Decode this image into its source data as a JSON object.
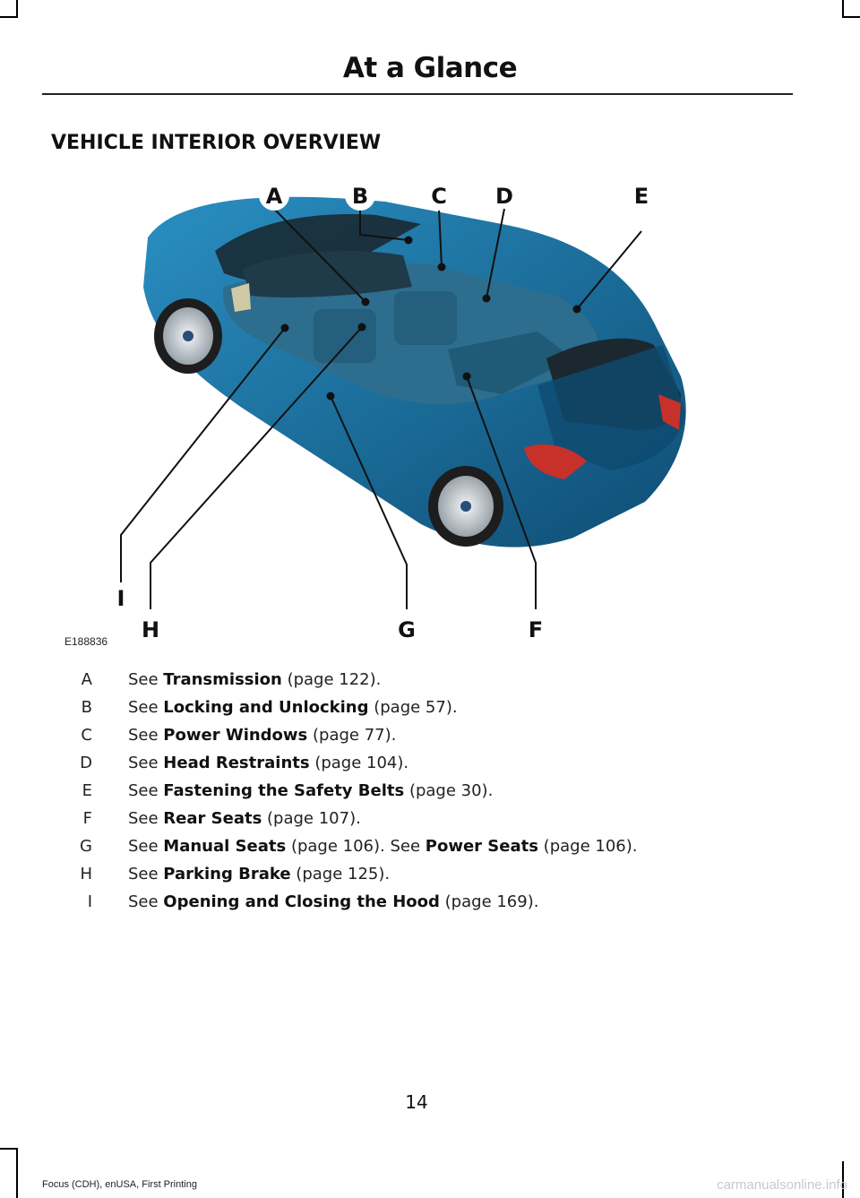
{
  "header": {
    "title": "At a Glance"
  },
  "section": {
    "heading": "VEHICLE INTERIOR OVERVIEW"
  },
  "figure": {
    "id": "E188836",
    "callouts": [
      "A",
      "B",
      "C",
      "D",
      "E",
      "F",
      "G",
      "H",
      "I"
    ],
    "colors": {
      "body": "#1f7fb0",
      "body_dark": "#0e4d74",
      "interior": "#2d6e8f",
      "glass": "#1a2a33",
      "tire": "#1d1d1d",
      "rim": "#c8cdd2",
      "taillight": "#c8302a"
    }
  },
  "legend": [
    {
      "key": "A",
      "parts": [
        {
          "t": "See "
        },
        {
          "t": "Transmission",
          "b": true
        },
        {
          "t": " (page 122)."
        }
      ]
    },
    {
      "key": "B",
      "parts": [
        {
          "t": "See "
        },
        {
          "t": "Locking and Unlocking",
          "b": true
        },
        {
          "t": " (page 57)."
        }
      ]
    },
    {
      "key": "C",
      "parts": [
        {
          "t": "See "
        },
        {
          "t": "Power Windows",
          "b": true
        },
        {
          "t": " (page 77)."
        }
      ]
    },
    {
      "key": "D",
      "parts": [
        {
          "t": "See "
        },
        {
          "t": "Head Restraints",
          "b": true
        },
        {
          "t": " (page 104)."
        }
      ]
    },
    {
      "key": "E",
      "parts": [
        {
          "t": "See "
        },
        {
          "t": "Fastening the Safety Belts",
          "b": true
        },
        {
          "t": " (page 30)."
        }
      ]
    },
    {
      "key": "F",
      "parts": [
        {
          "t": "See "
        },
        {
          "t": "Rear Seats",
          "b": true
        },
        {
          "t": " (page 107)."
        }
      ]
    },
    {
      "key": "G",
      "parts": [
        {
          "t": "See "
        },
        {
          "t": "Manual Seats",
          "b": true
        },
        {
          "t": " (page 106).  See "
        },
        {
          "t": "Power Seats",
          "b": true
        },
        {
          "t": " (page 106)."
        }
      ]
    },
    {
      "key": "H",
      "parts": [
        {
          "t": "See "
        },
        {
          "t": "Parking Brake",
          "b": true
        },
        {
          "t": " (page 125)."
        }
      ]
    },
    {
      "key": "I",
      "parts": [
        {
          "t": "See "
        },
        {
          "t": "Opening and Closing the Hood",
          "b": true
        },
        {
          "t": " (page 169)."
        }
      ]
    }
  ],
  "page_number": "14",
  "footer": "Focus (CDH), enUSA, First Printing",
  "watermark": "carmanualsonline.info"
}
